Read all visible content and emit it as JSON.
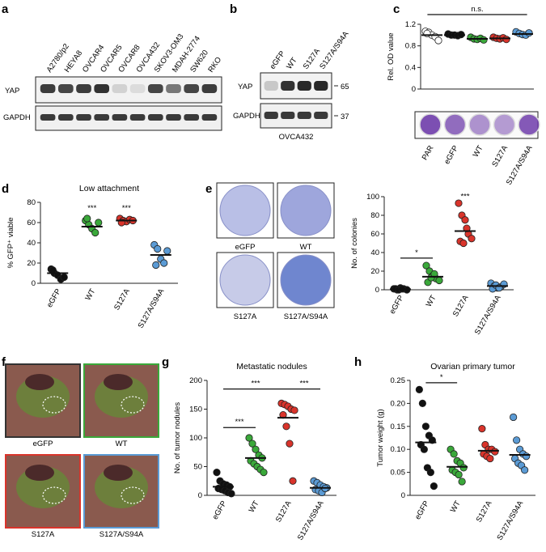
{
  "panels": {
    "a": {
      "label": "a",
      "lanes": [
        "A2780/p2",
        "HEYA8",
        "OVCAR4",
        "OVCAR5",
        "OVCAR8",
        "OVCA432",
        "SKOV3-OM3",
        "MDAH-2774",
        "SW620",
        "RKO"
      ],
      "rows": [
        "YAP",
        "GAPDH"
      ],
      "yap_intensity": [
        0.85,
        0.8,
        0.85,
        0.9,
        0.1,
        0.05,
        0.8,
        0.55,
        0.8,
        0.85
      ]
    },
    "b": {
      "label": "b",
      "lanes": [
        "eGFP",
        "WT",
        "S127A",
        "S127A/S94A"
      ],
      "rows": [
        "YAP",
        "GAPDH"
      ],
      "markers": [
        "65",
        "37"
      ],
      "cell_line": "OVCA432",
      "yap_intensity": [
        0.15,
        0.9,
        0.95,
        0.95
      ]
    },
    "c": {
      "label": "c",
      "ylabel": "Rel. OD value",
      "sig": "n.s.",
      "yticks": [
        "0",
        "0.4",
        "0.8",
        "1.2"
      ],
      "categories": [
        "PAR",
        "eGFP",
        "WT",
        "S127A",
        "S127A/S94A"
      ]
    },
    "d": {
      "label": "d",
      "title": "Low attachment",
      "ylabel": "% GFP⁺ viable",
      "yticks": [
        "0",
        "20",
        "40",
        "60",
        "80"
      ],
      "categories": [
        "eGFP",
        "WT",
        "S127A",
        "S127A/S94A"
      ],
      "sig": [
        "***",
        "***"
      ]
    },
    "e": {
      "label": "e",
      "wells": [
        "eGFP",
        "WT",
        "S127A",
        "S127A/S94A"
      ],
      "ylabel": "No. of colonies",
      "yticks": [
        "0",
        "20",
        "40",
        "60",
        "80",
        "100"
      ],
      "categories": [
        "eGFP",
        "WT",
        "S127A",
        "S127A/S94A"
      ],
      "sig": [
        "*",
        "***"
      ]
    },
    "f": {
      "label": "f",
      "images": [
        "eGFP",
        "WT",
        "S127A",
        "S127A/S94A"
      ],
      "colors": [
        "#333333",
        "#3aa83a",
        "#d9342b",
        "#5b9bd5"
      ]
    },
    "g": {
      "label": "g",
      "title": "Metastatic nodules",
      "ylabel": "No. of tumor nodules",
      "yticks": [
        "0",
        "50",
        "100",
        "150",
        "200"
      ],
      "categories": [
        "eGFP",
        "WT",
        "S127A",
        "S127A/S94A"
      ],
      "sig": [
        "***",
        "***",
        "***"
      ]
    },
    "h": {
      "label": "h",
      "title": "Ovarian primary tumor",
      "ylabel": "Tumor weight (g)",
      "yticks": [
        "0",
        "0.05",
        "0.10",
        "0.15",
        "0.20",
        "0.25"
      ],
      "categories": [
        "eGFP",
        "WT",
        "S127A",
        "S127A/S94A"
      ],
      "sig": [
        "*"
      ]
    }
  },
  "colors": {
    "egfp": "#111111",
    "wt": "#3aa83a",
    "s127a": "#d9342b",
    "s94a": "#5b9bd5",
    "par": "#ffffff"
  },
  "chart_data": [
    {
      "panel": "c",
      "type": "scatter",
      "ylabel": "Rel. OD value",
      "ylim": [
        0,
        1.2
      ],
      "categories": [
        "PAR",
        "eGFP",
        "WT",
        "S127A",
        "S127A/S94A"
      ],
      "series": [
        {
          "values": [
            [
              1.07,
              1.05,
              1.0,
              0.97,
              0.9,
              1.03
            ]
          ]
        },
        {
          "values": [
            [
              1.02,
              1.0,
              1.0,
              0.99,
              1.01
            ]
          ]
        },
        {
          "values": [
            [
              0.96,
              0.93,
              0.92,
              0.94,
              0.91
            ]
          ]
        },
        {
          "values": [
            [
              0.96,
              0.94,
              0.93,
              0.95,
              0.92
            ]
          ]
        },
        {
          "values": [
            [
              1.06,
              1.03,
              1.01,
              1.0,
              1.04
            ]
          ]
        }
      ],
      "means": [
        1.0,
        1.0,
        0.93,
        0.94,
        1.02
      ],
      "colors": [
        "#ffffff",
        "#111111",
        "#3aa83a",
        "#d9342b",
        "#5b9bd5"
      ]
    },
    {
      "panel": "d",
      "type": "scatter",
      "title": "Low attachment",
      "ylabel": "% GFP⁺ viable",
      "ylim": [
        0,
        80
      ],
      "categories": [
        "eGFP",
        "WT",
        "S127A",
        "S127A/S94A"
      ],
      "series": [
        {
          "values": [
            [
              14,
              10,
              8,
              4,
              6,
              13
            ]
          ]
        },
        {
          "values": [
            [
              62,
              58,
              54,
              50,
              60,
              64
            ]
          ]
        },
        {
          "values": [
            [
              64,
              62,
              61,
              63,
              62,
              60
            ]
          ]
        },
        {
          "values": [
            [
              38,
              34,
              24,
              20,
              32,
              18
            ]
          ]
        }
      ],
      "means": [
        10,
        56,
        62,
        28
      ],
      "colors": [
        "#111111",
        "#3aa83a",
        "#d9342b",
        "#5b9bd5"
      ]
    },
    {
      "panel": "e",
      "type": "scatter",
      "ylabel": "No. of colonies",
      "ylim": [
        0,
        100
      ],
      "categories": [
        "eGFP",
        "WT",
        "S127A",
        "S127A/S94A"
      ],
      "series": [
        {
          "values": [
            [
              1,
              0,
              2,
              1,
              0,
              1,
              0,
              1
            ]
          ]
        },
        {
          "values": [
            [
              26,
              20,
              15,
              12,
              10,
              8,
              13,
              17
            ]
          ]
        },
        {
          "values": [
            [
              93,
              80,
              75,
              60,
              55,
              52,
              50,
              66
            ]
          ]
        },
        {
          "values": [
            [
              7,
              4,
              2,
              3,
              6,
              1,
              5,
              2
            ]
          ]
        }
      ],
      "means": [
        0.5,
        14,
        63,
        4
      ],
      "colors": [
        "#111111",
        "#3aa83a",
        "#d9342b",
        "#5b9bd5"
      ]
    },
    {
      "panel": "g",
      "type": "scatter",
      "title": "Metastatic nodules",
      "ylabel": "No. of tumor nodules",
      "ylim": [
        0,
        200
      ],
      "categories": [
        "eGFP",
        "WT",
        "S127A",
        "S127A/S94A"
      ],
      "series": [
        {
          "values": [
            [
              40,
              25,
              20,
              18,
              15,
              12,
              10,
              8,
              5,
              3
            ]
          ]
        },
        {
          "values": [
            [
              100,
              90,
              80,
              70,
              65,
              60,
              55,
              50,
              45,
              40
            ]
          ]
        },
        {
          "values": [
            [
              160,
              158,
              155,
              150,
              148,
              140,
              120,
              90,
              25
            ]
          ]
        },
        {
          "values": [
            [
              25,
              22,
              18,
              15,
              13,
              10,
              8,
              5,
              12
            ]
          ]
        }
      ],
      "means": [
        15,
        65,
        135,
        13
      ],
      "colors": [
        "#111111",
        "#3aa83a",
        "#d9342b",
        "#5b9bd5"
      ]
    },
    {
      "panel": "h",
      "type": "scatter",
      "title": "Ovarian primary tumor",
      "ylabel": "Tumor weight (g)",
      "ylim": [
        0,
        0.25
      ],
      "categories": [
        "eGFP",
        "WT",
        "S127A",
        "S127A/S94A"
      ],
      "series": [
        {
          "values": [
            [
              0.23,
              0.2,
              0.15,
              0.13,
              0.12,
              0.11,
              0.1,
              0.06,
              0.05,
              0.02
            ]
          ]
        },
        {
          "values": [
            [
              0.1,
              0.09,
              0.075,
              0.07,
              0.06,
              0.055,
              0.05,
              0.045,
              0.03
            ]
          ]
        },
        {
          "values": [
            [
              0.145,
              0.11,
              0.1,
              0.1,
              0.095,
              0.09,
              0.085,
              0.08
            ]
          ]
        },
        {
          "values": [
            [
              0.17,
              0.12,
              0.1,
              0.09,
              0.085,
              0.08,
              0.07,
              0.065,
              0.055
            ]
          ]
        }
      ],
      "means": [
        0.115,
        0.062,
        0.097,
        0.088
      ],
      "colors": [
        "#111111",
        "#3aa83a",
        "#d9342b",
        "#5b9bd5"
      ]
    }
  ]
}
